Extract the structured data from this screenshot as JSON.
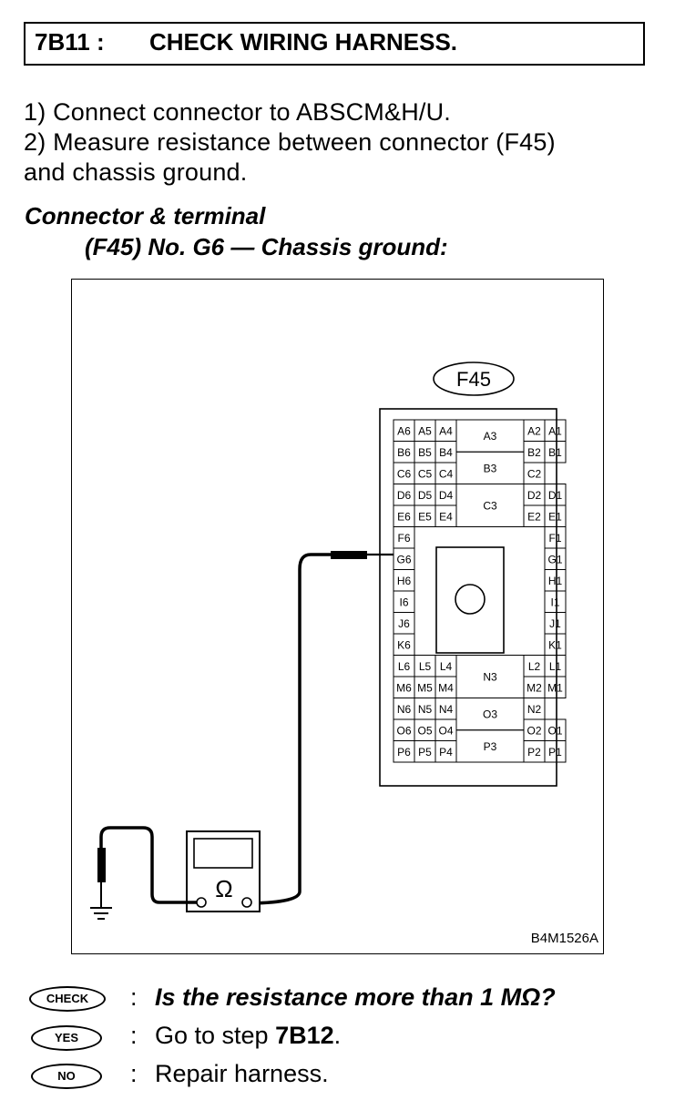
{
  "step": {
    "code": "7B11 :",
    "title": "CHECK WIRING HARNESS."
  },
  "instructions": [
    "1)  Connect connector to ABSCM&H/U.",
    "2)  Measure resistance between connector (F45)",
    "and chassis ground."
  ],
  "connector_heading": {
    "line1": "Connector & terminal",
    "line2": "(F45) No. G6 — Chassis ground:"
  },
  "figure": {
    "connector_label": "F45",
    "meter_symbol": "Ω",
    "figure_code": "B4M1526A",
    "terminals": {
      "left_block": [
        [
          "A6",
          "A5",
          "A4"
        ],
        [
          "B6",
          "B5",
          "B4"
        ],
        [
          "C6",
          "C5",
          "C4"
        ],
        [
          "D6",
          "D5",
          "D4"
        ],
        [
          "E6",
          "E5",
          "E4"
        ],
        [
          "F6"
        ],
        [
          "G6"
        ],
        [
          "H6"
        ],
        [
          "I6"
        ],
        [
          "J6"
        ],
        [
          "K6"
        ],
        [
          "L6",
          "L5",
          "L4"
        ],
        [
          "M6",
          "M5",
          "M4"
        ],
        [
          "N6",
          "N5",
          "N4"
        ],
        [
          "O6",
          "O5",
          "O4"
        ],
        [
          "P6",
          "P5",
          "P4"
        ]
      ],
      "right_block": [
        [
          "A2",
          "A1"
        ],
        [
          "B2",
          "B1"
        ],
        [
          "C2"
        ],
        [
          "D2",
          "D1"
        ],
        [
          "E2",
          "E1"
        ],
        [
          "F1"
        ],
        [
          "G1"
        ],
        [
          "H1"
        ],
        [
          "I1"
        ],
        [
          "J1"
        ],
        [
          "K1"
        ],
        [
          "L2",
          "L1"
        ],
        [
          "M2",
          "M1"
        ],
        [
          "N2"
        ],
        [
          "O2",
          "O1"
        ],
        [
          "P2",
          "P1"
        ]
      ],
      "center_top": [
        "A3",
        "B3",
        "C3"
      ],
      "center_bottom": [
        "N3",
        "O3",
        "P3"
      ]
    }
  },
  "results": {
    "check": {
      "badge": "CHECK",
      "text": "Is the resistance more than 1 MΩ?"
    },
    "yes": {
      "badge": "YES",
      "text_prefix": "Go to step ",
      "text_step": "7B12",
      "text_suffix": "."
    },
    "no": {
      "badge": "NO",
      "text": "Repair harness."
    }
  }
}
